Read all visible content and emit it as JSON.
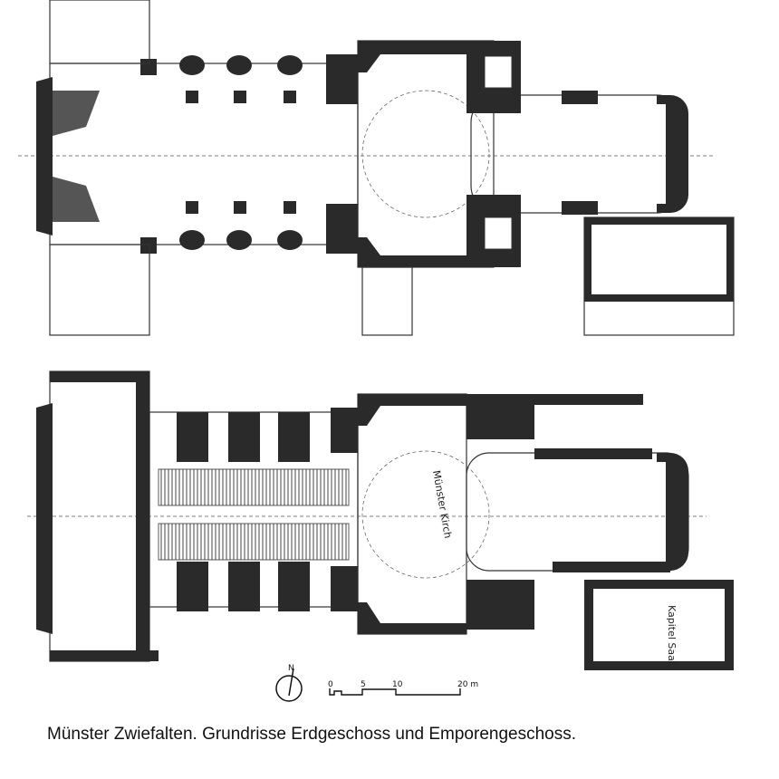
{
  "caption": "Münster Zwiefalten.  Grundrisse Erdgeschoss und Emporengeschoss.",
  "plans": {
    "upper": {
      "label": "Erdgeschoss"
    },
    "lower": {
      "label": "Emporengeschoss",
      "room_labels": [
        "Münster Kirch",
        "Kapitel Saal"
      ]
    }
  },
  "north_arrow": "N",
  "scale_bar": {
    "ticks": [
      "0",
      "5",
      "10",
      "20 m"
    ]
  }
}
